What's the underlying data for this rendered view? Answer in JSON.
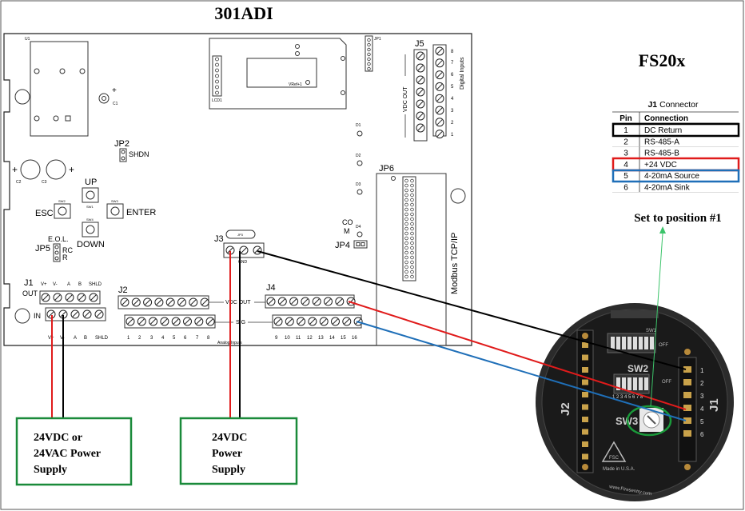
{
  "title_left": "301ADI",
  "title_right": "FS20x",
  "board": {
    "u1": "U1",
    "c1": "C1",
    "c2": "C2",
    "c3": "C3",
    "jp1": "JP1",
    "lcd1": "LCD1",
    "vref": "VRef+1",
    "jp2": "JP2",
    "shdn": "SHDN",
    "up": "UP",
    "sw1": "SW1",
    "sw2": "SW2",
    "sw3": "SW3",
    "sw4": "SW4",
    "esc": "ESC",
    "enter": "ENTER",
    "down": "DOWN",
    "eol": "E.O.L.",
    "jp5": "JP5",
    "rc": "RC",
    "r": "R",
    "j1": "J1",
    "out": "OUT",
    "in": "IN",
    "j1_top_pins": [
      "V+",
      "V-",
      "A",
      "B",
      "SHLD"
    ],
    "j1_bot_pins": [
      "V+",
      "V-",
      "A",
      "B",
      "SHLD"
    ],
    "j2": "J2",
    "j3": "J3",
    "jp3": "JP3",
    "gnd": "GND",
    "j4": "J4",
    "j5": "J5",
    "jp4": "JP4",
    "jp6": "JP6",
    "com": [
      "CO",
      "M"
    ],
    "vdc_out": "VDC OUT",
    "sig": "SIG",
    "analog_inputs": "Analog Inputs",
    "digital_inputs": "Digital Inputs",
    "modbus": "Modbus TCP/IP",
    "leds": [
      "D1",
      "D2",
      "D3",
      "D4"
    ],
    "j2_numbers": [
      "1",
      "2",
      "3",
      "4",
      "5",
      "6",
      "7",
      "8"
    ],
    "j4_numbers": [
      "9",
      "10",
      "11",
      "12",
      "13",
      "14",
      "15",
      "16"
    ],
    "j5_numbers": [
      "8",
      "7",
      "6",
      "5",
      "4",
      "3",
      "2",
      "1"
    ]
  },
  "connector_table": {
    "title_bold": "J1",
    "title_rest": " Connector",
    "headers": [
      "Pin",
      "Connection"
    ],
    "rows": [
      {
        "pin": "1",
        "connection": "DC Return"
      },
      {
        "pin": "2",
        "connection": "RS-485-A"
      },
      {
        "pin": "3",
        "connection": "RS-485-B"
      },
      {
        "pin": "4",
        "connection": "+24 VDC"
      },
      {
        "pin": "5",
        "connection": "4-20mA Source"
      },
      {
        "pin": "6",
        "connection": "4-20mA Sink"
      }
    ]
  },
  "position_note": "Set to position #1",
  "power_supplies": [
    {
      "lines": [
        "24VDC or",
        "24VAC Power",
        "Supply"
      ]
    },
    {
      "lines": [
        "24VDC",
        "Power",
        "Supply"
      ]
    }
  ],
  "sensor": {
    "j2": "J2",
    "j1": "J1",
    "sw1": "SW1",
    "sw2": "SW2",
    "sw3": "SW3",
    "made_in": "Made in U.S.A.",
    "brand": "FSC",
    "website": "www.Firesentry.com",
    "j1_pins": [
      "1",
      "2",
      "3",
      "4",
      "5",
      "6"
    ],
    "dip_numbers": "1 2 3 4 5 6 7 8",
    "off": "OFF"
  },
  "colors": {
    "wire_red": "#e01b1b",
    "wire_black": "#000000",
    "wire_blue": "#1f6fb8",
    "box_green": "#1a8a3a",
    "leader_green": "#3cc46a"
  }
}
